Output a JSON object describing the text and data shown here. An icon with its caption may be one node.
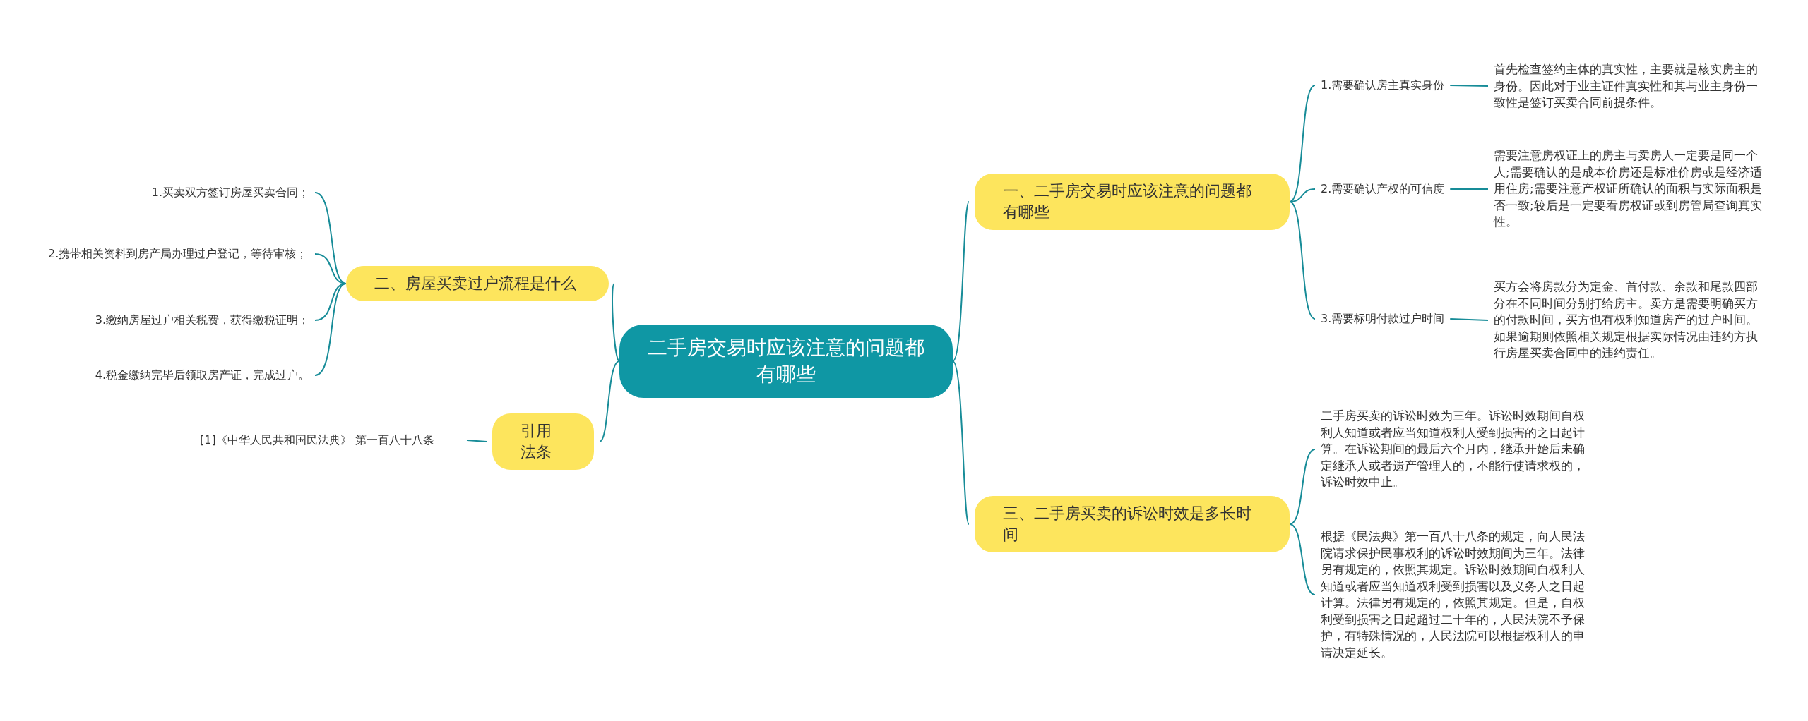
{
  "diagram": {
    "nodes": [
      {
        "text": [
          "二手房交易时应该注意的问题都有哪些"
        ]
      },
      {
        "text": [
          "一、二手房交易时应该注意的问题都有哪些"
        ]
      },
      {
        "text": [
          "1.需要确认房主真实身份"
        ]
      },
      {
        "text": [
          "首先检查签约主体的真实性，主要就是核实房主的身份。因此对于业主证件真实性和其与业主身份一致性是签订买卖合同前提条件。"
        ]
      },
      {
        "text": [
          "2.需要确认产权的可信度"
        ]
      },
      {
        "text": [
          "需要注意房权证上的房主与卖房人一定要是同一个人;需要确认的是成本价房还是标准价房或是经济适用住房;需要注意产权证所确认的面积与实际面积是否一致;较后是一定要看房权证或到房管局查询真实性。"
        ]
      },
      {
        "text": [
          "3.需要标明付款过户时间"
        ]
      },
      {
        "text": [
          "买方会将房款分为定金、首付款、余款和尾款四部分在不同时间分别打给房主。卖方是需要明确买方的付款时间，买方也有权利知道房产的过户时间。如果逾期则依照相关规定根据实际情况由违约方执行房屋买卖合同中的违约责任。"
        ]
      },
      {
        "text": [
          "二、房屋买卖过户流程是什么"
        ]
      },
      {
        "text": [
          "1.买卖双方签订房屋买卖合同；"
        ]
      },
      {
        "text": [
          "2.携带相关资料到房产局办理过户登记，等待审核；"
        ]
      },
      {
        "text": [
          "3.缴纳房屋过户相关税费，获得缴税证明；"
        ]
      },
      {
        "text": [
          "4.税金缴纳完毕后领取房产证，完成过户。"
        ]
      },
      {
        "text": [
          "引用法条"
        ]
      },
      {
        "text": [
          "[1]《中华人民共和国民法典》 第一百八十八条"
        ]
      },
      {
        "text": [
          "三、二手房买卖的诉讼时效是多长时间"
        ]
      },
      {
        "text": [
          "二手房买卖的诉讼时效为三年。诉讼时效期间自权利人知道或者应当知道权利人受到损害的之日起计算。在诉讼期间的最后六个月内，继承开始后未确定继承人或者遗产管理人的，不能行使请求权的，诉讼时效中止。"
        ]
      },
      {
        "text": [
          "根据《民法典》第一百八十八条的规定，向人民法院请求保护民事权利的诉讼时效期间为三年。法律另有规定的，依照其规定。诉讼时效期间自权利人知道或者应当知道权利受到损害以及义务人之日起计算。法律另有规定的，依照其规定。但是，自权利受到损害之日起超过二十年的，人民法院不予保护，有特殊情况的，人民法院可以根据权利人的申请决定延长。"
        ]
      }
    ],
    "edges": [
      {
        "from": 0,
        "to": 1,
        "arrow": "none"
      },
      {
        "from": 1,
        "to": 2,
        "arrow": "none"
      },
      {
        "from": 2,
        "to": 3,
        "arrow": "none"
      },
      {
        "from": 1,
        "to": 4,
        "arrow": "none"
      },
      {
        "from": 4,
        "to": 5,
        "arrow": "none"
      },
      {
        "from": 1,
        "to": 6,
        "arrow": "none"
      },
      {
        "from": 6,
        "to": 7,
        "arrow": "none"
      },
      {
        "from": 0,
        "to": 8,
        "arrow": "none"
      },
      {
        "from": 8,
        "to": 9,
        "arrow": "none"
      },
      {
        "from": 8,
        "to": 10,
        "arrow": "none"
      },
      {
        "from": 8,
        "to": 11,
        "arrow": "none"
      },
      {
        "from": 8,
        "to": 12,
        "arrow": "none"
      },
      {
        "from": 0,
        "to": 13,
        "arrow": "none"
      },
      {
        "from": 13,
        "to": 14,
        "arrow": "none"
      },
      {
        "from": 0,
        "to": 15,
        "arrow": "none"
      },
      {
        "from": 15,
        "to": 16,
        "arrow": "none"
      },
      {
        "from": 15,
        "to": 17,
        "arrow": "none"
      }
    ]
  }
}
